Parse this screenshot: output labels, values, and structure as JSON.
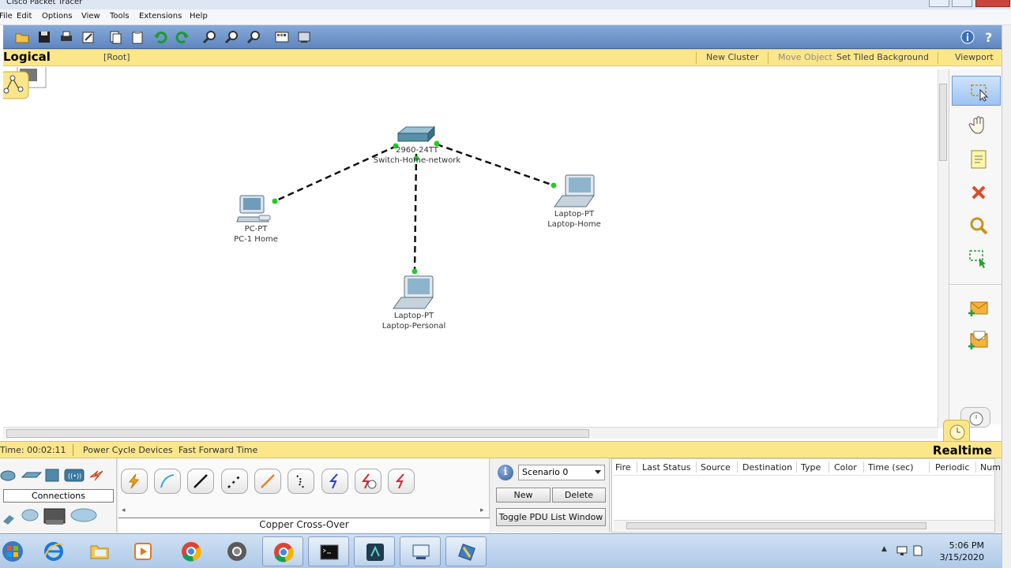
{
  "window": {
    "title": "Cisco Packet Tracer"
  },
  "menu": [
    "File",
    "Edit",
    "Options",
    "View",
    "Tools",
    "Extensions",
    "Help"
  ],
  "logical_bar": {
    "title": "Logical",
    "root": "[Root]",
    "new_cluster": "New Cluster",
    "move_object": "Move Object",
    "set_tiled_background": "Set Tiled Background",
    "viewport": "Viewport"
  },
  "devices": {
    "switch": {
      "model": "2960-24TT",
      "name": "Switch-Home-network"
    },
    "pc": {
      "model": "PC-PT",
      "name": "PC-1 Home"
    },
    "laptop_home": {
      "model": "Laptop-PT",
      "name": "Laptop-Home"
    },
    "laptop_personal": {
      "model": "Laptop-PT",
      "name": "Laptop-Personal"
    }
  },
  "realtime_bar": {
    "time": "Time: 00:02:11",
    "power_cycle": "Power Cycle Devices",
    "fast_forward": "Fast Forward Time",
    "mode": "Realtime"
  },
  "device_panel": {
    "category_label": "Connections",
    "selected_cable": "Copper Cross-Over"
  },
  "scenario": {
    "selected": "Scenario 0",
    "new_label": "New",
    "delete_label": "Delete",
    "toggle_label": "Toggle PDU List Window"
  },
  "pdu_columns": [
    "Fire",
    "Last Status",
    "Source",
    "Destination",
    "Type",
    "Color",
    "Time (sec)",
    "Periodic",
    "Num"
  ],
  "tray": {
    "time": "5:06 PM",
    "date": "3/15/2020"
  },
  "colors": {
    "workspace_bar": "#fbe68a",
    "toolbar": "#6f93c9",
    "link_endpoint": "#22cc22"
  }
}
